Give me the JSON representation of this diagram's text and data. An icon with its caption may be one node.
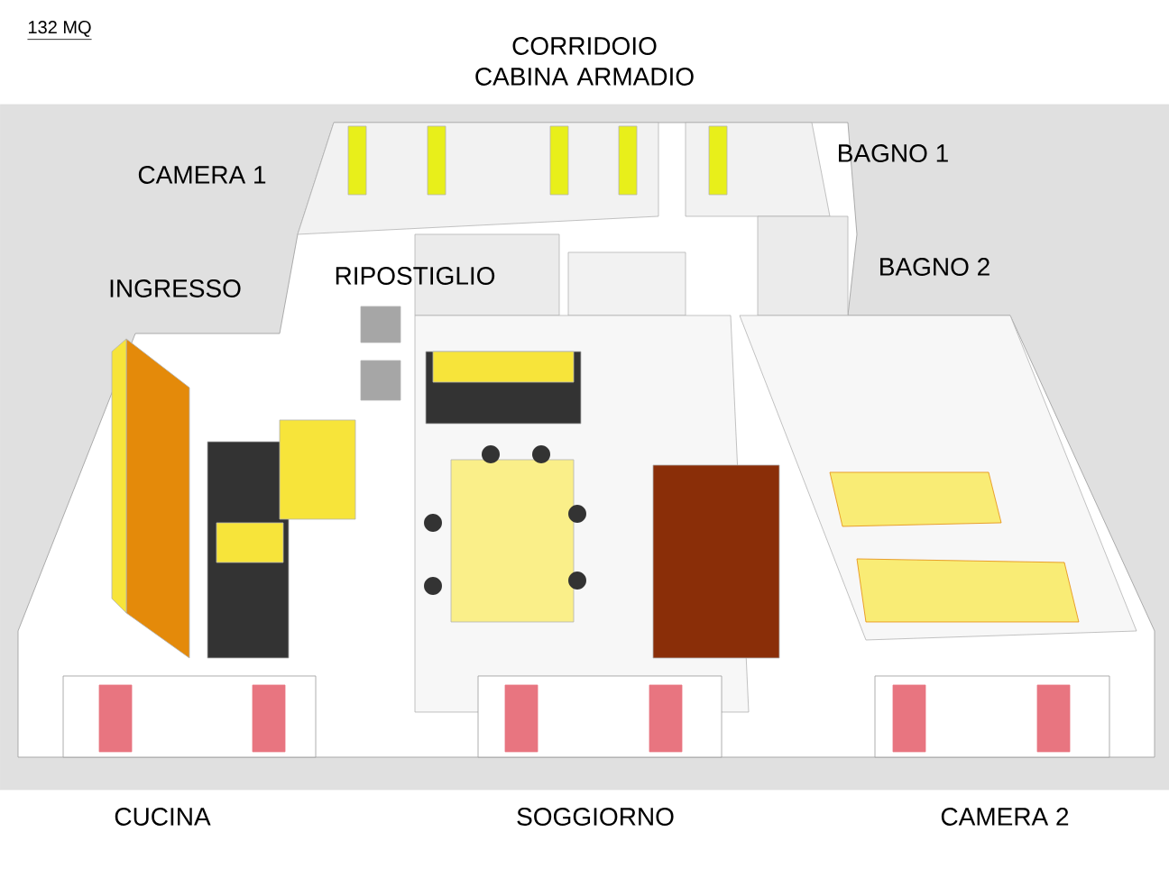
{
  "diagram": {
    "labels": [
      "132 MQ",
      "CORRIDOIO CABINA ARMADIO",
      "CAMERA 1",
      "BAGNO 1",
      "INGRESSO",
      "RIPOSTIGLIO",
      "BAGNO 2",
      "CUCINA",
      "SOGGIORNO",
      "CAMERA 2"
    ]
  }
}
